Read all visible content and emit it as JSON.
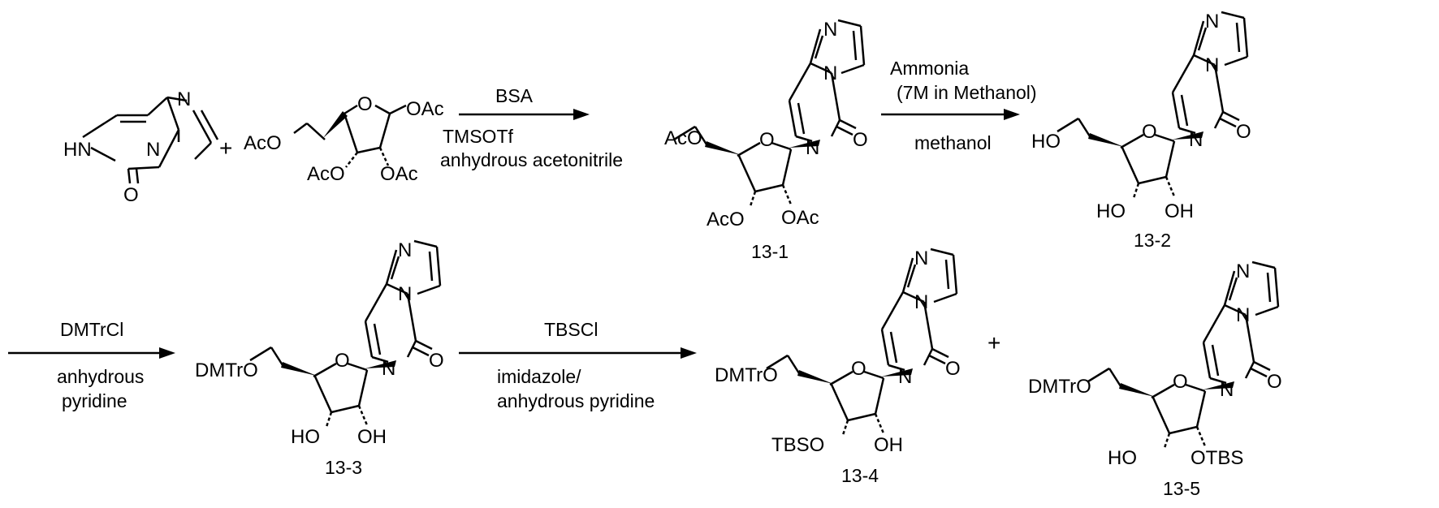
{
  "labels": {
    "plus_1": "+",
    "plus_2": "+",
    "cmpd_1": "13-1",
    "cmpd_2": "13-2",
    "cmpd_3": "13-3",
    "cmpd_4": "13-4",
    "cmpd_5": "13-5"
  },
  "reagents": {
    "r1_above": "BSA",
    "r1_below_1": "TMSOTf",
    "r1_below_2": "anhydrous acetonitrile",
    "r2_above_1": "Ammonia",
    "r2_above_2": "(7M in Methanol)",
    "r2_below": "methanol",
    "r3_above": "DMTrCl",
    "r3_below_1": "anhydrous",
    "r3_below_2": "pyridine",
    "r4_above": "TBSCl",
    "r4_below_1": "imidazole/",
    "r4_below_2": "anhydrous pyridine"
  },
  "atoms": {
    "N": "N",
    "O": "O",
    "HN": "HN",
    "OAc": "OAc",
    "AcO": "AcO",
    "HO": "HO",
    "OH": "OH",
    "DMTrO": "DMTrO",
    "TBSO": "TBSO",
    "OTBS": "OTBS"
  }
}
